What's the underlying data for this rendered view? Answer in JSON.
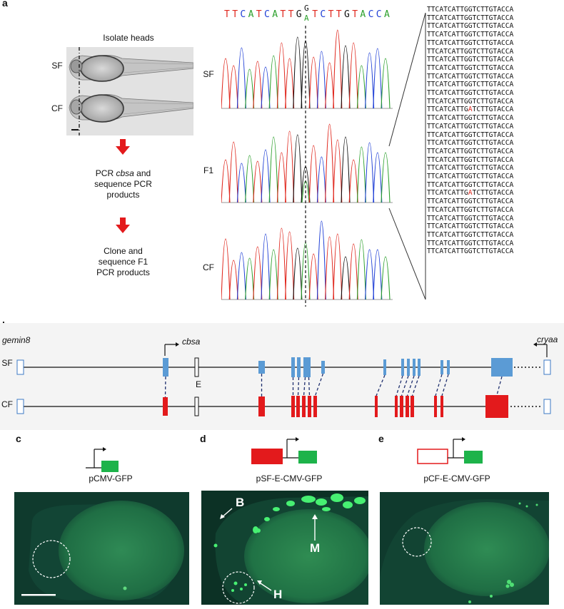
{
  "panel_a": {
    "label": "a",
    "isolate_heads": "Isolate heads",
    "fish_labels": [
      "SF",
      "CF"
    ],
    "step1": [
      "PCR ",
      "cbsa",
      " and",
      "sequence PCR",
      "products"
    ],
    "step2": [
      "Clone and",
      "sequence F1",
      "PCR products"
    ],
    "ref_seq": {
      "left": [
        "T",
        "T",
        "C",
        "A",
        "T",
        "C",
        "A",
        "T",
        "T",
        "G"
      ],
      "top_var": "G",
      "bot_var": "A",
      "right": [
        "T",
        "C",
        "T",
        "T",
        "G",
        "T",
        "A",
        "C",
        "C",
        "A"
      ]
    },
    "trace_labels": [
      "SF",
      "F1",
      "CF"
    ],
    "clone_sequences": [
      "TTCATCATTGGTCTTGTACCA",
      "TTCATCATTGGTCTTGTACCA",
      "TTCATCATTGGTCTTGTACCA",
      "TTCATCATTGGTCTTGTACCA",
      "TTCATCATTGGTCTTGTACCA",
      "TTCATCATTGGTCTTGTACCA",
      "TTCATCATTGGTCTTGTACCA",
      "TTCATCATTGGTCTTGTACCA",
      "TTCATCATTGGTCTTGTACCA",
      "TTCATCATTGGTCTTGTACCA",
      "TTCATCATTGGTCTTGTACCA",
      "TTCATCATTGGTCTTGTACCA",
      "TTCATCATTGATCTTGTACCA",
      "TTCATCATTGGTCTTGTACCA",
      "TTCATCATTGGTCTTGTACCA",
      "TTCATCATTGGTCTTGTACCA",
      "TTCATCATTGGTCTTGTACCA",
      "TTCATCATTGGTCTTGTACCA",
      "TTCATCATTGGTCTTGTACCA",
      "TTCATCATTGGTCTTGTACCA",
      "TTCATCATTGGTCTTGTACCA",
      "TTCATCATTGGTCTTGTACCA",
      "TTCATCATTGATCTTGTACCA",
      "TTCATCATTGGTCTTGTACCA",
      "TTCATCATTGGTCTTGTACCA",
      "TTCATCATTGGTCTTGTACCA",
      "TTCATCATTGGTCTTGTACCA",
      "TTCATCATTGGTCTTGTACCA",
      "TTCATCATTGGTCTTGTACCA",
      "TTCATCATTGGTCTTGTACCA"
    ]
  },
  "panel_b": {
    "label": "b",
    "gene_left": "gemin8",
    "gene_mid": "cbsa",
    "gene_right": "cryaa",
    "row_labels": [
      "SF",
      "CF"
    ],
    "element_label": "E"
  },
  "panel_c": {
    "label": "c",
    "construct": "pCMV-GFP"
  },
  "panel_d": {
    "label": "d",
    "construct": "pSF-E-CMV-GFP",
    "markers": [
      "B",
      "M",
      "H"
    ]
  },
  "panel_e": {
    "label": "e",
    "construct": "pCF-E-CMV-GFP"
  },
  "colors": {
    "sf_blue": "#5b9bd5",
    "cf_red": "#e31a1c",
    "gfp_green": "#1db34a",
    "arrow_red": "#e31a1c",
    "fluor_bg": "#0e3b2c",
    "base_A": "#2ca02c",
    "base_C": "#1f3fd6",
    "base_G": "#111111",
    "base_T": "#e0281e"
  }
}
